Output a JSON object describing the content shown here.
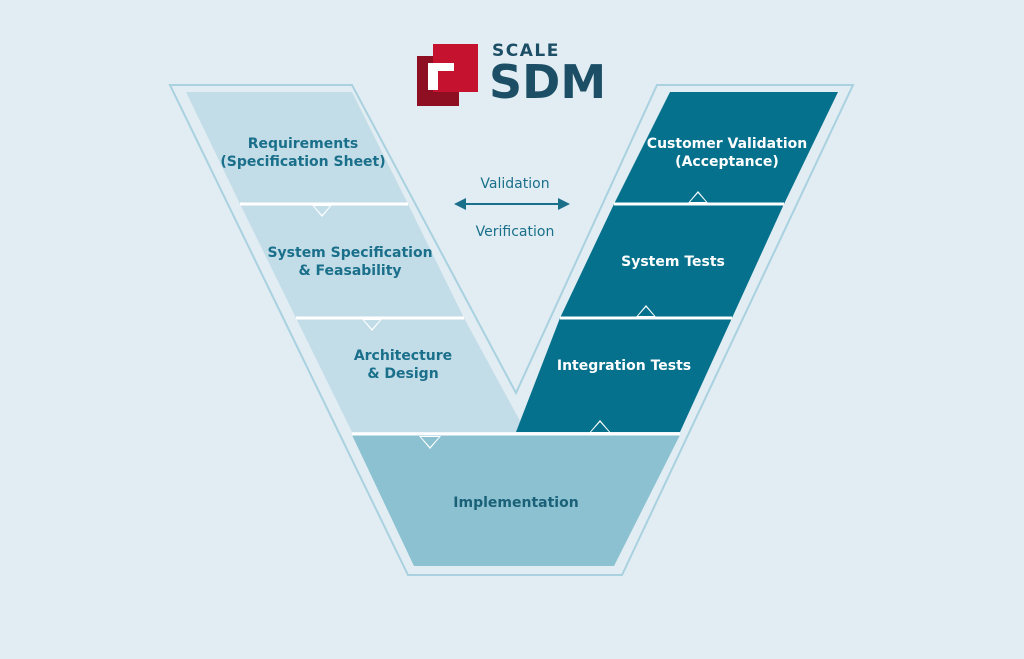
{
  "logo": {
    "line1": "SCALE",
    "line2": "SDM",
    "brand_red": "#c4122f",
    "brand_navy": "#1c4e66"
  },
  "phases": {
    "requirements": "Requirements\n(Specification Sheet)",
    "system_specification": "System Specification\n& Feasability",
    "architecture": "Architecture\n& Design",
    "implementation": "Implementation",
    "integration_tests": "Integration Tests",
    "system_tests": "System Tests",
    "customer_validation": "Customer Validation\n(Acceptance)"
  },
  "center": {
    "validation": "Validation",
    "verification": "Verification"
  },
  "colors": {
    "background": "#e1edf3",
    "left_phase_fill": "#c3dde8",
    "right_phase_fill": "#05718c",
    "implementation_fill": "#8bc1d1",
    "outline": "#a9d1df",
    "label_blue": "#1a6f8a"
  }
}
